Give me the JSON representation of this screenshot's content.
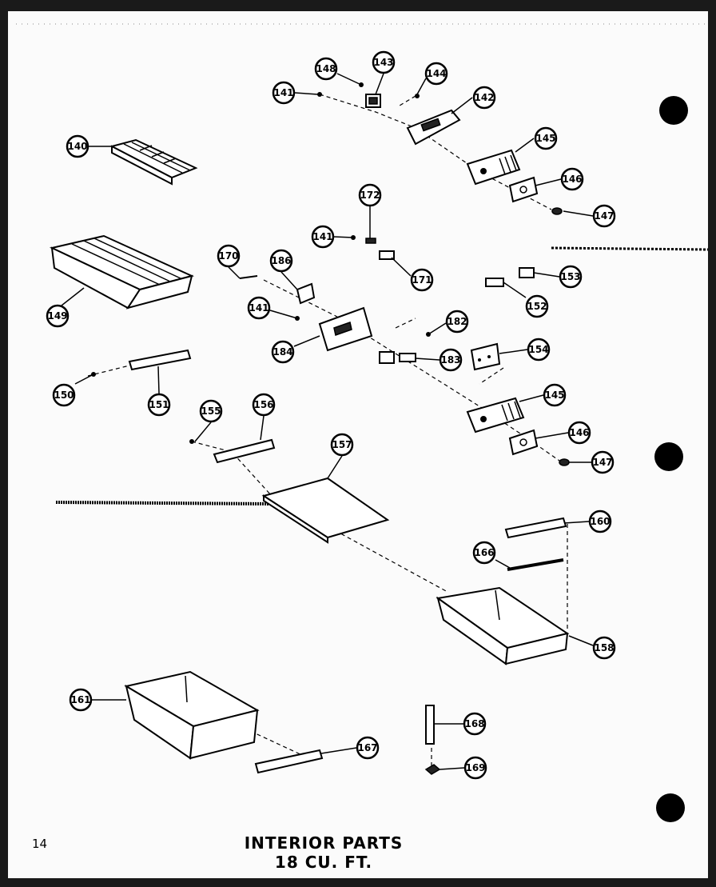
{
  "page_number": "14",
  "title_line1": "INTERIOR PARTS",
  "title_line2": "18 CU. FT.",
  "callouts": [
    {
      "id": "c148a",
      "label": "148"
    },
    {
      "id": "c143",
      "label": "143"
    },
    {
      "id": "c144",
      "label": "144"
    },
    {
      "id": "c141a",
      "label": "141"
    },
    {
      "id": "c142",
      "label": "142"
    },
    {
      "id": "c140",
      "label": "140"
    },
    {
      "id": "c145a",
      "label": "145"
    },
    {
      "id": "c146a",
      "label": "146"
    },
    {
      "id": "c147a",
      "label": "147"
    },
    {
      "id": "c172",
      "label": "172"
    },
    {
      "id": "c141b",
      "label": "141"
    },
    {
      "id": "c171",
      "label": "171"
    },
    {
      "id": "c170",
      "label": "170"
    },
    {
      "id": "c186",
      "label": "186"
    },
    {
      "id": "c149",
      "label": "149"
    },
    {
      "id": "c153",
      "label": "153"
    },
    {
      "id": "c152",
      "label": "152"
    },
    {
      "id": "c141c",
      "label": "141"
    },
    {
      "id": "c182",
      "label": "182"
    },
    {
      "id": "c184",
      "label": "184"
    },
    {
      "id": "c183",
      "label": "183"
    },
    {
      "id": "c154",
      "label": "154"
    },
    {
      "id": "c150",
      "label": "150"
    },
    {
      "id": "c151",
      "label": "151"
    },
    {
      "id": "c145b",
      "label": "145"
    },
    {
      "id": "c155",
      "label": "155"
    },
    {
      "id": "c156",
      "label": "156"
    },
    {
      "id": "c146b",
      "label": "146"
    },
    {
      "id": "c157",
      "label": "157"
    },
    {
      "id": "c147b",
      "label": "147"
    },
    {
      "id": "c160",
      "label": "160"
    },
    {
      "id": "c166",
      "label": "166"
    },
    {
      "id": "c158",
      "label": "158"
    },
    {
      "id": "c161",
      "label": "161"
    },
    {
      "id": "c168",
      "label": "168"
    },
    {
      "id": "c167",
      "label": "167"
    },
    {
      "id": "c169",
      "label": "169"
    }
  ]
}
